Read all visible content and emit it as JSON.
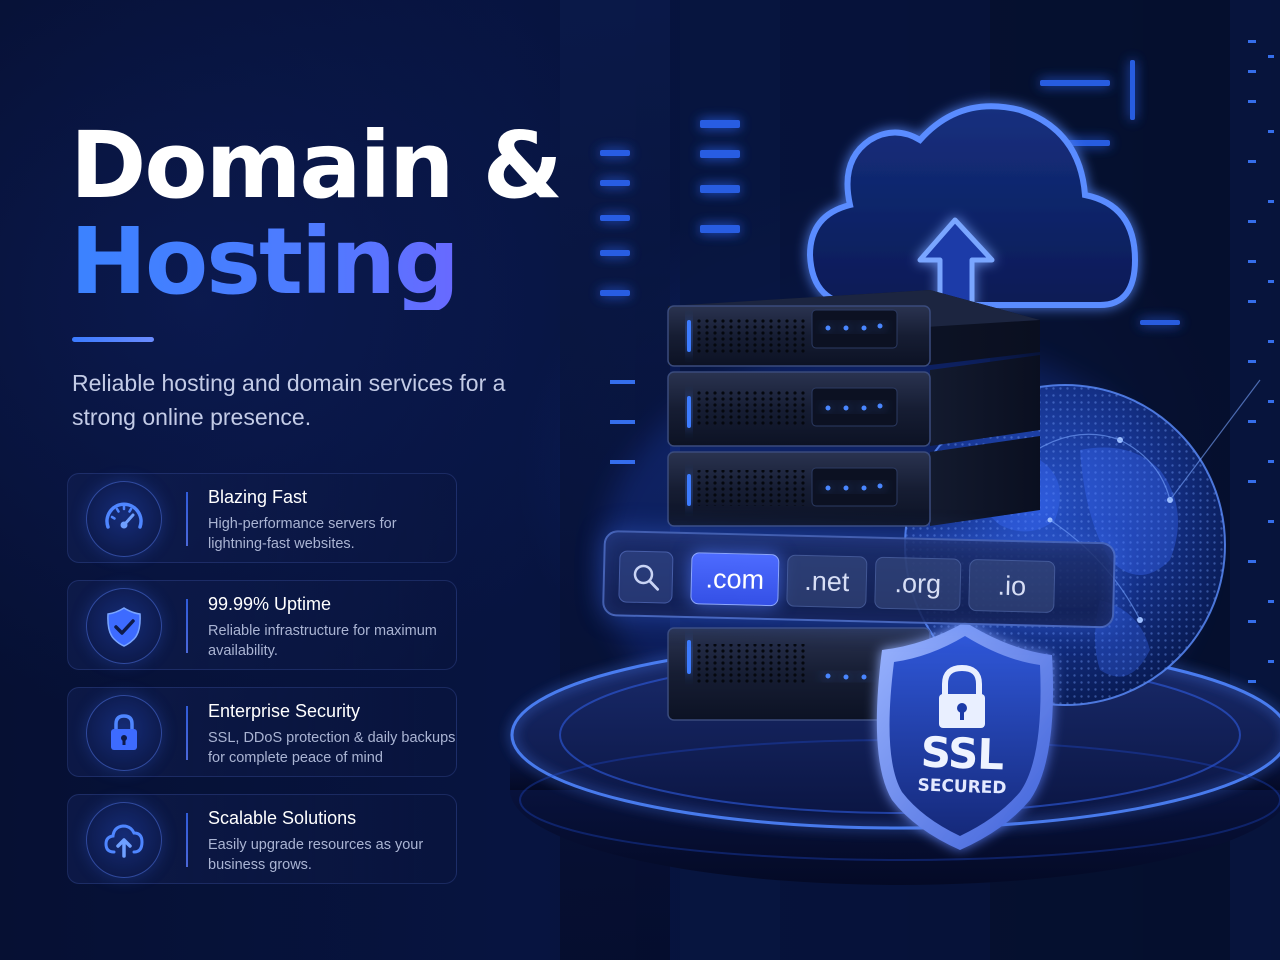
{
  "hero": {
    "title_line_1": "Domain &",
    "title_line_2": "Hosting",
    "subtitle": "Reliable hosting and domain services for a strong online presence."
  },
  "features": [
    {
      "icon": "speedometer-icon",
      "title": "Blazing Fast",
      "description": "High-performance servers for lightning-fast websites."
    },
    {
      "icon": "shield-check-icon",
      "title": "99.99% Uptime",
      "description": "Reliable infrastructure for maximum availability."
    },
    {
      "icon": "padlock-icon",
      "title": "Enterprise Security",
      "description": "SSL, DDoS protection & daily backups for complete peace of mind"
    },
    {
      "icon": "cloud-upload-icon",
      "title": "Scalable Solutions",
      "description": "Easily upgrade resources as your business grows."
    }
  ],
  "domain_search": {
    "icon": "search-icon",
    "tlds": [
      ".com",
      ".net",
      ".org",
      ".io"
    ],
    "selected": ".com"
  },
  "ssl_badge": {
    "label": "SSL",
    "sublabel": "SECURED"
  },
  "colors": {
    "background": "#061033",
    "accent": "#3b6bff",
    "gradient_start": "#3b82ff",
    "gradient_end": "#7b5cff",
    "text_primary": "#ffffff",
    "text_secondary": "#aab4d3"
  }
}
